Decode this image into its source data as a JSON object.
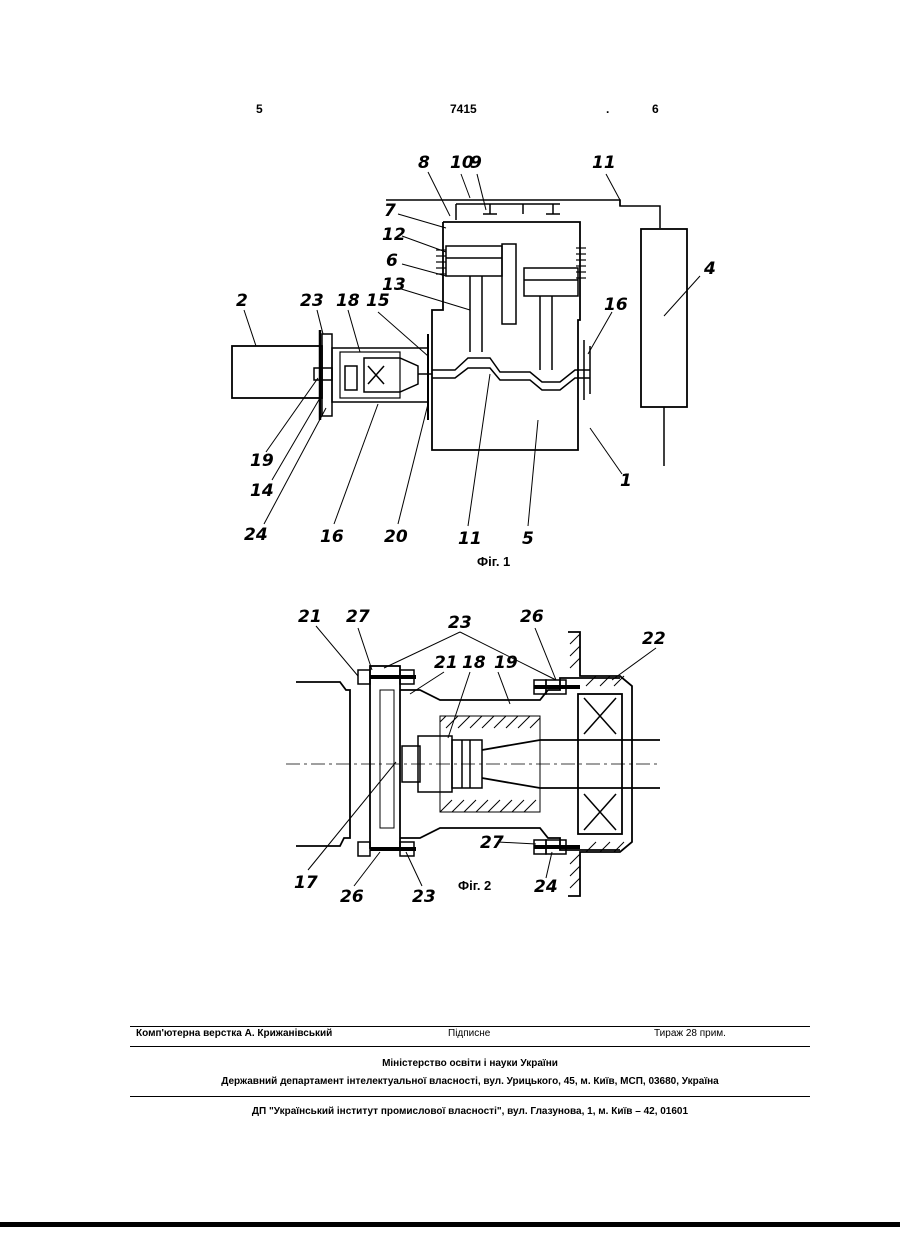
{
  "header": {
    "page_left": "5",
    "patent_number": "7415",
    "dot": ".",
    "page_right": "6"
  },
  "figure1": {
    "caption": "Фіг. 1",
    "labels": [
      "8",
      "10",
      "9",
      "11",
      "7",
      "12",
      "6",
      "13",
      "4",
      "2",
      "23",
      "18",
      "15",
      "16",
      "19",
      "14",
      "24",
      "16",
      "20",
      "11",
      "5",
      "1"
    ]
  },
  "figure2": {
    "caption": "Фіг. 2",
    "labels": [
      "21",
      "27",
      "23",
      "26",
      "22",
      "21",
      "18",
      "19",
      "27",
      "17",
      "26",
      "23",
      "24"
    ]
  },
  "footer": {
    "layout": "Комп'ютерна верстка А. Крижанівський",
    "signed": "Підписне",
    "print_run": "Тираж 28 прим.",
    "ministry": "Міністерство освіти і науки України",
    "department": "Державний департамент інтелектуальної власності, вул. Урицького, 45, м. Київ, МСП, 03680, Україна",
    "institute": "ДП \"Український інститут промислової власності\", вул. Глазунова, 1, м. Київ – 42, 01601"
  }
}
